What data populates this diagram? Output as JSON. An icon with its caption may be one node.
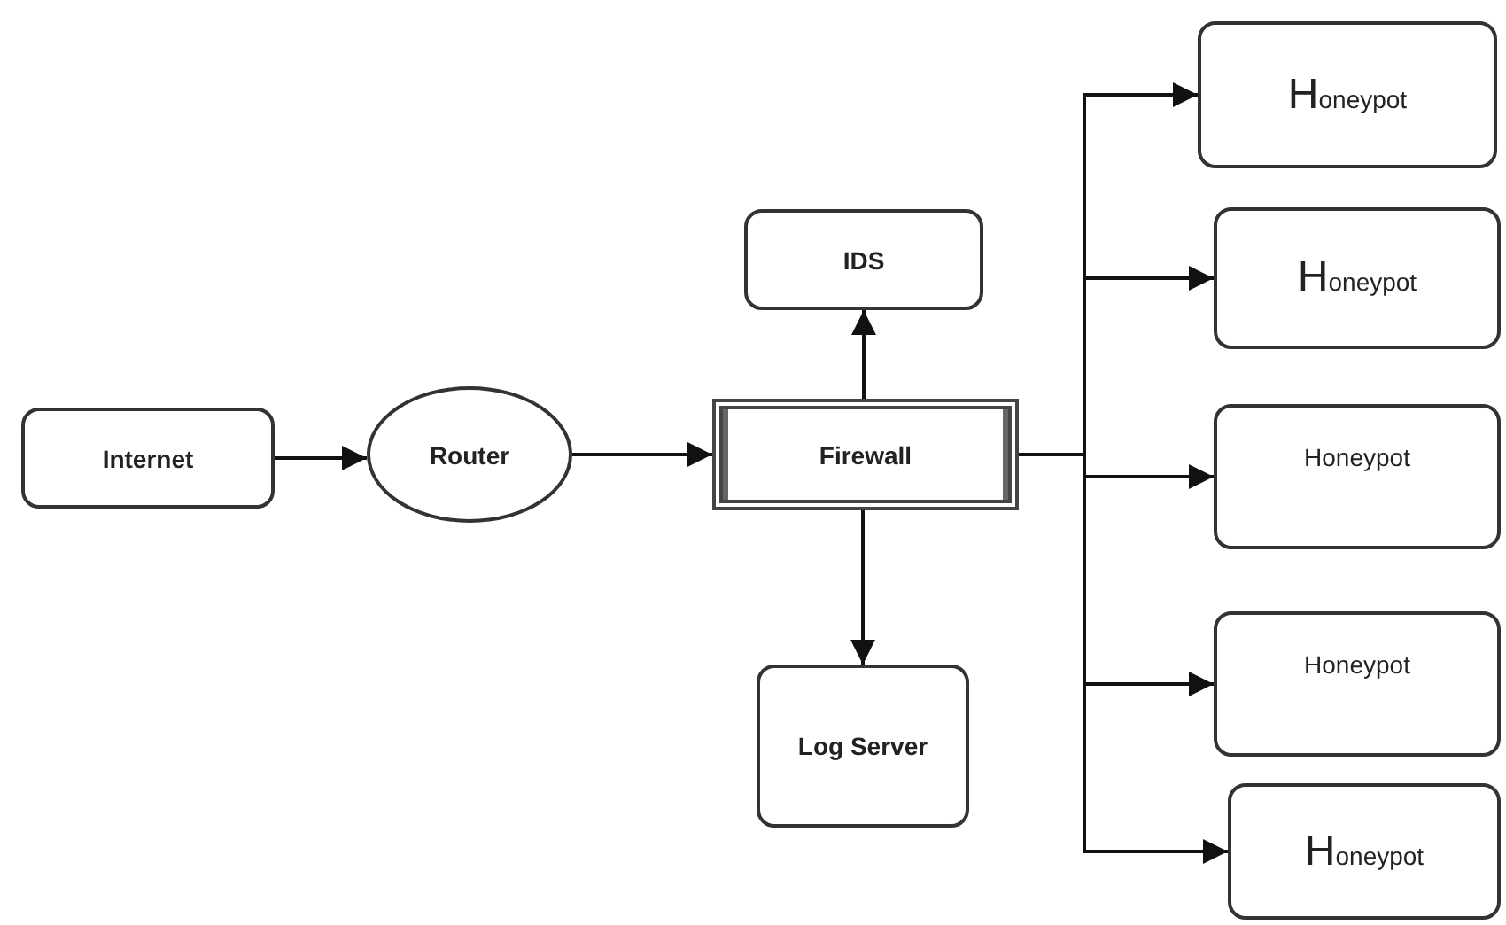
{
  "diagram": {
    "nodes": [
      {
        "text": [
          "Internet"
        ]
      },
      {
        "text": [
          "Router"
        ]
      },
      {
        "text": [
          "Firewall"
        ]
      },
      {
        "text": [
          "IDS"
        ]
      },
      {
        "text": [
          "Log Server"
        ]
      },
      {
        "text": [
          "Honeypot"
        ]
      },
      {
        "text": [
          "Honeypot"
        ]
      },
      {
        "text": [
          "Honeypot"
        ]
      },
      {
        "text": [
          "Honeypot"
        ]
      },
      {
        "text": [
          "Honeypot"
        ]
      }
    ],
    "edges": [
      {
        "from": 0,
        "to": 1,
        "arrow": "to"
      },
      {
        "from": 1,
        "to": 2,
        "arrow": "to"
      },
      {
        "from": 2,
        "to": 3,
        "arrow": "to"
      },
      {
        "from": 2,
        "to": 4,
        "arrow": "to"
      },
      {
        "from": 2,
        "to": 5,
        "arrow": "to"
      },
      {
        "from": 2,
        "to": 6,
        "arrow": "to"
      },
      {
        "from": 2,
        "to": 7,
        "arrow": "to"
      },
      {
        "from": 2,
        "to": 8,
        "arrow": "to"
      },
      {
        "from": 2,
        "to": 9,
        "arrow": "to"
      }
    ]
  }
}
